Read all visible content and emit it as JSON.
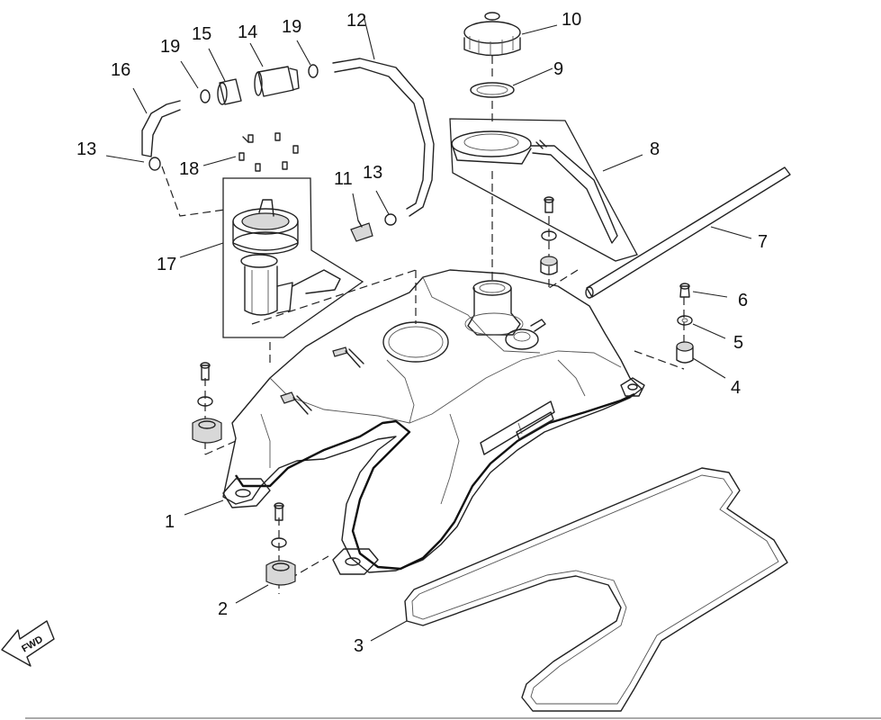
{
  "diagram": {
    "callouts": [
      {
        "id": "c1",
        "label": "1"
      },
      {
        "id": "c2",
        "label": "2"
      },
      {
        "id": "c3",
        "label": "3"
      },
      {
        "id": "c4",
        "label": "4"
      },
      {
        "id": "c5",
        "label": "5"
      },
      {
        "id": "c6",
        "label": "6"
      },
      {
        "id": "c7",
        "label": "7"
      },
      {
        "id": "c8",
        "label": "8"
      },
      {
        "id": "c9",
        "label": "9"
      },
      {
        "id": "c10",
        "label": "10"
      },
      {
        "id": "c11",
        "label": "11"
      },
      {
        "id": "c12",
        "label": "12"
      },
      {
        "id": "c13a",
        "label": "13"
      },
      {
        "id": "c13b",
        "label": "13"
      },
      {
        "id": "c14",
        "label": "14"
      },
      {
        "id": "c15",
        "label": "15"
      },
      {
        "id": "c16",
        "label": "16"
      },
      {
        "id": "c17",
        "label": "17"
      },
      {
        "id": "c18",
        "label": "18"
      },
      {
        "id": "c19a",
        "label": "19"
      },
      {
        "id": "c19b",
        "label": "19"
      }
    ],
    "forward_arrow_label": "FWD"
  }
}
